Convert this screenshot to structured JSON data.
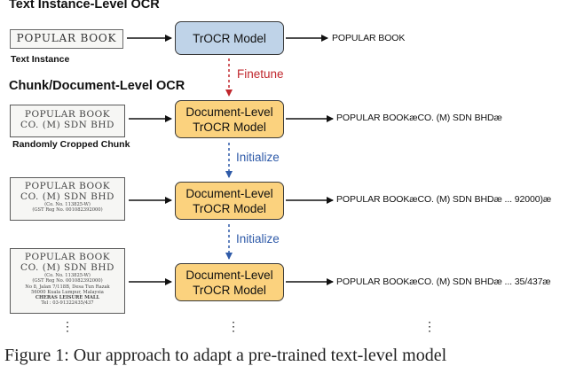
{
  "sections": {
    "text_instance_title": "Text Instance-Level OCR",
    "chunk_title": "Chunk/Document-Level OCR"
  },
  "row1": {
    "image_text": "POPULAR BOOK",
    "caption": "Text Instance",
    "model": "TrOCR Model",
    "output": "POPULAR BOOK"
  },
  "finetune_label": "Finetune",
  "initialize_label_1": "Initialize",
  "initialize_label_2": "Initialize",
  "row2": {
    "lines": [
      "POPULAR BOOK",
      "CO. (M) SDN BHD"
    ],
    "caption": "Randomly Cropped Chunk",
    "model_line1": "Document-Level",
    "model_line2": "TrOCR Model",
    "output": "POPULAR BOOKæCO. (M) SDN BHDæ"
  },
  "row3": {
    "lines": [
      "POPULAR BOOK",
      "CO. (M) SDN BHD"
    ],
    "small_lines": [
      "(Co. No. 113825-W)",
      "(GST Reg No. 001082392000)"
    ],
    "model_line1": "Document-Level",
    "model_line2": "TrOCR Model",
    "output": "POPULAR BOOKæCO. (M) SDN BHDæ ... 92000)æ"
  },
  "row4": {
    "lines": [
      "POPULAR BOOK",
      "CO. (M) SDN BHD"
    ],
    "small_lines": [
      "(Co. No. 113825-W)",
      "(GST Reg No. 001082392000)",
      "No 8, Jalan 7/118B, Desa Tun Razak",
      "56000 Kuala Lumpur, Malaysia",
      "CHERAS LEISURE MALL",
      "Tel : 03-91322435/437"
    ],
    "model_line1": "Document-Level",
    "model_line2": "TrOCR Model",
    "output": "POPULAR BOOKæCO. (M) SDN BHDæ ... 35/437æ"
  },
  "ellipsis": [
    "⋮",
    "⋮",
    "⋮"
  ],
  "figure_caption": "Figure 1: Our approach to adapt a pre-trained text-level model"
}
